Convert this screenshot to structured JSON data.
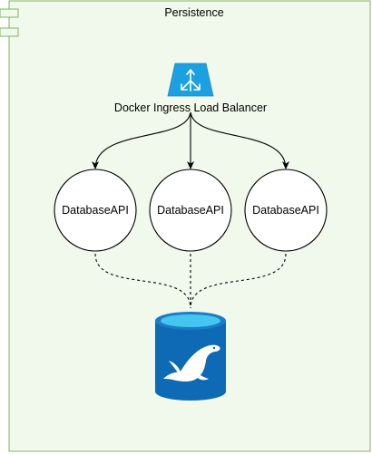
{
  "frame": {
    "title": "Persistence",
    "fill_color": "#F1F8EC",
    "stroke_color": "#82B366"
  },
  "load_balancer": {
    "label": "Docker Ingress Load Balancer",
    "icon": "load-balancer-icon",
    "color": "#1BA1E2"
  },
  "services": [
    {
      "label": "DatabaseAPI"
    },
    {
      "label": "DatabaseAPI"
    },
    {
      "label": "DatabaseAPI"
    }
  ],
  "database": {
    "icon": "mariadb-seal-icon",
    "color": "#0F6AB5",
    "top_color": "#45C6F0"
  }
}
